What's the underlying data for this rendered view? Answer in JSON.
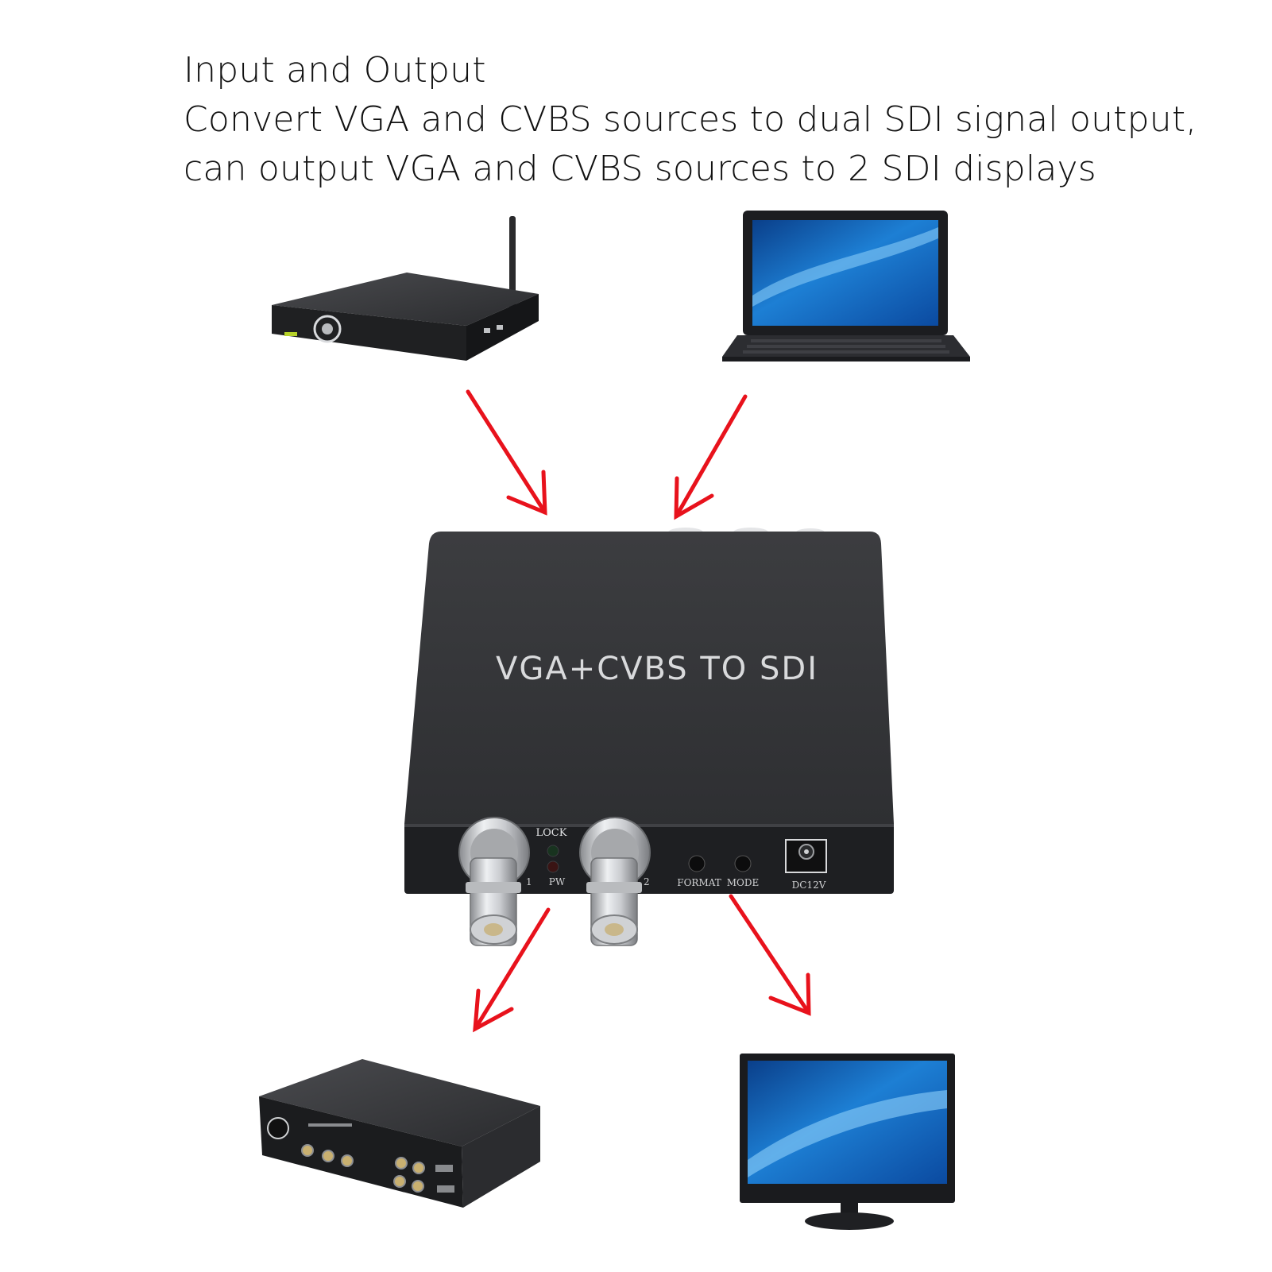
{
  "heading": {
    "title": "Input and Output",
    "line1": "Convert VGA and CVBS sources to dual SDI signal output,",
    "line2": "can output VGA and CVBS sources to 2 SDI displays"
  },
  "converter": {
    "title": "VGA+CVBS TO SDI",
    "labels": {
      "lock": "LOCK",
      "pw": "PW",
      "port1": "1",
      "port2": "2",
      "format": "FORMAT",
      "mode": "MODE",
      "power": "DC12V"
    }
  },
  "colors": {
    "arrow": "#e8121c",
    "device_body": "#2f3033",
    "screen_blue": "#1f7fd0"
  },
  "icons": {
    "input_left": "set-top-box-icon",
    "input_right": "laptop-icon",
    "output_left": "sdi-recorder-icon",
    "output_right": "monitor-icon"
  }
}
